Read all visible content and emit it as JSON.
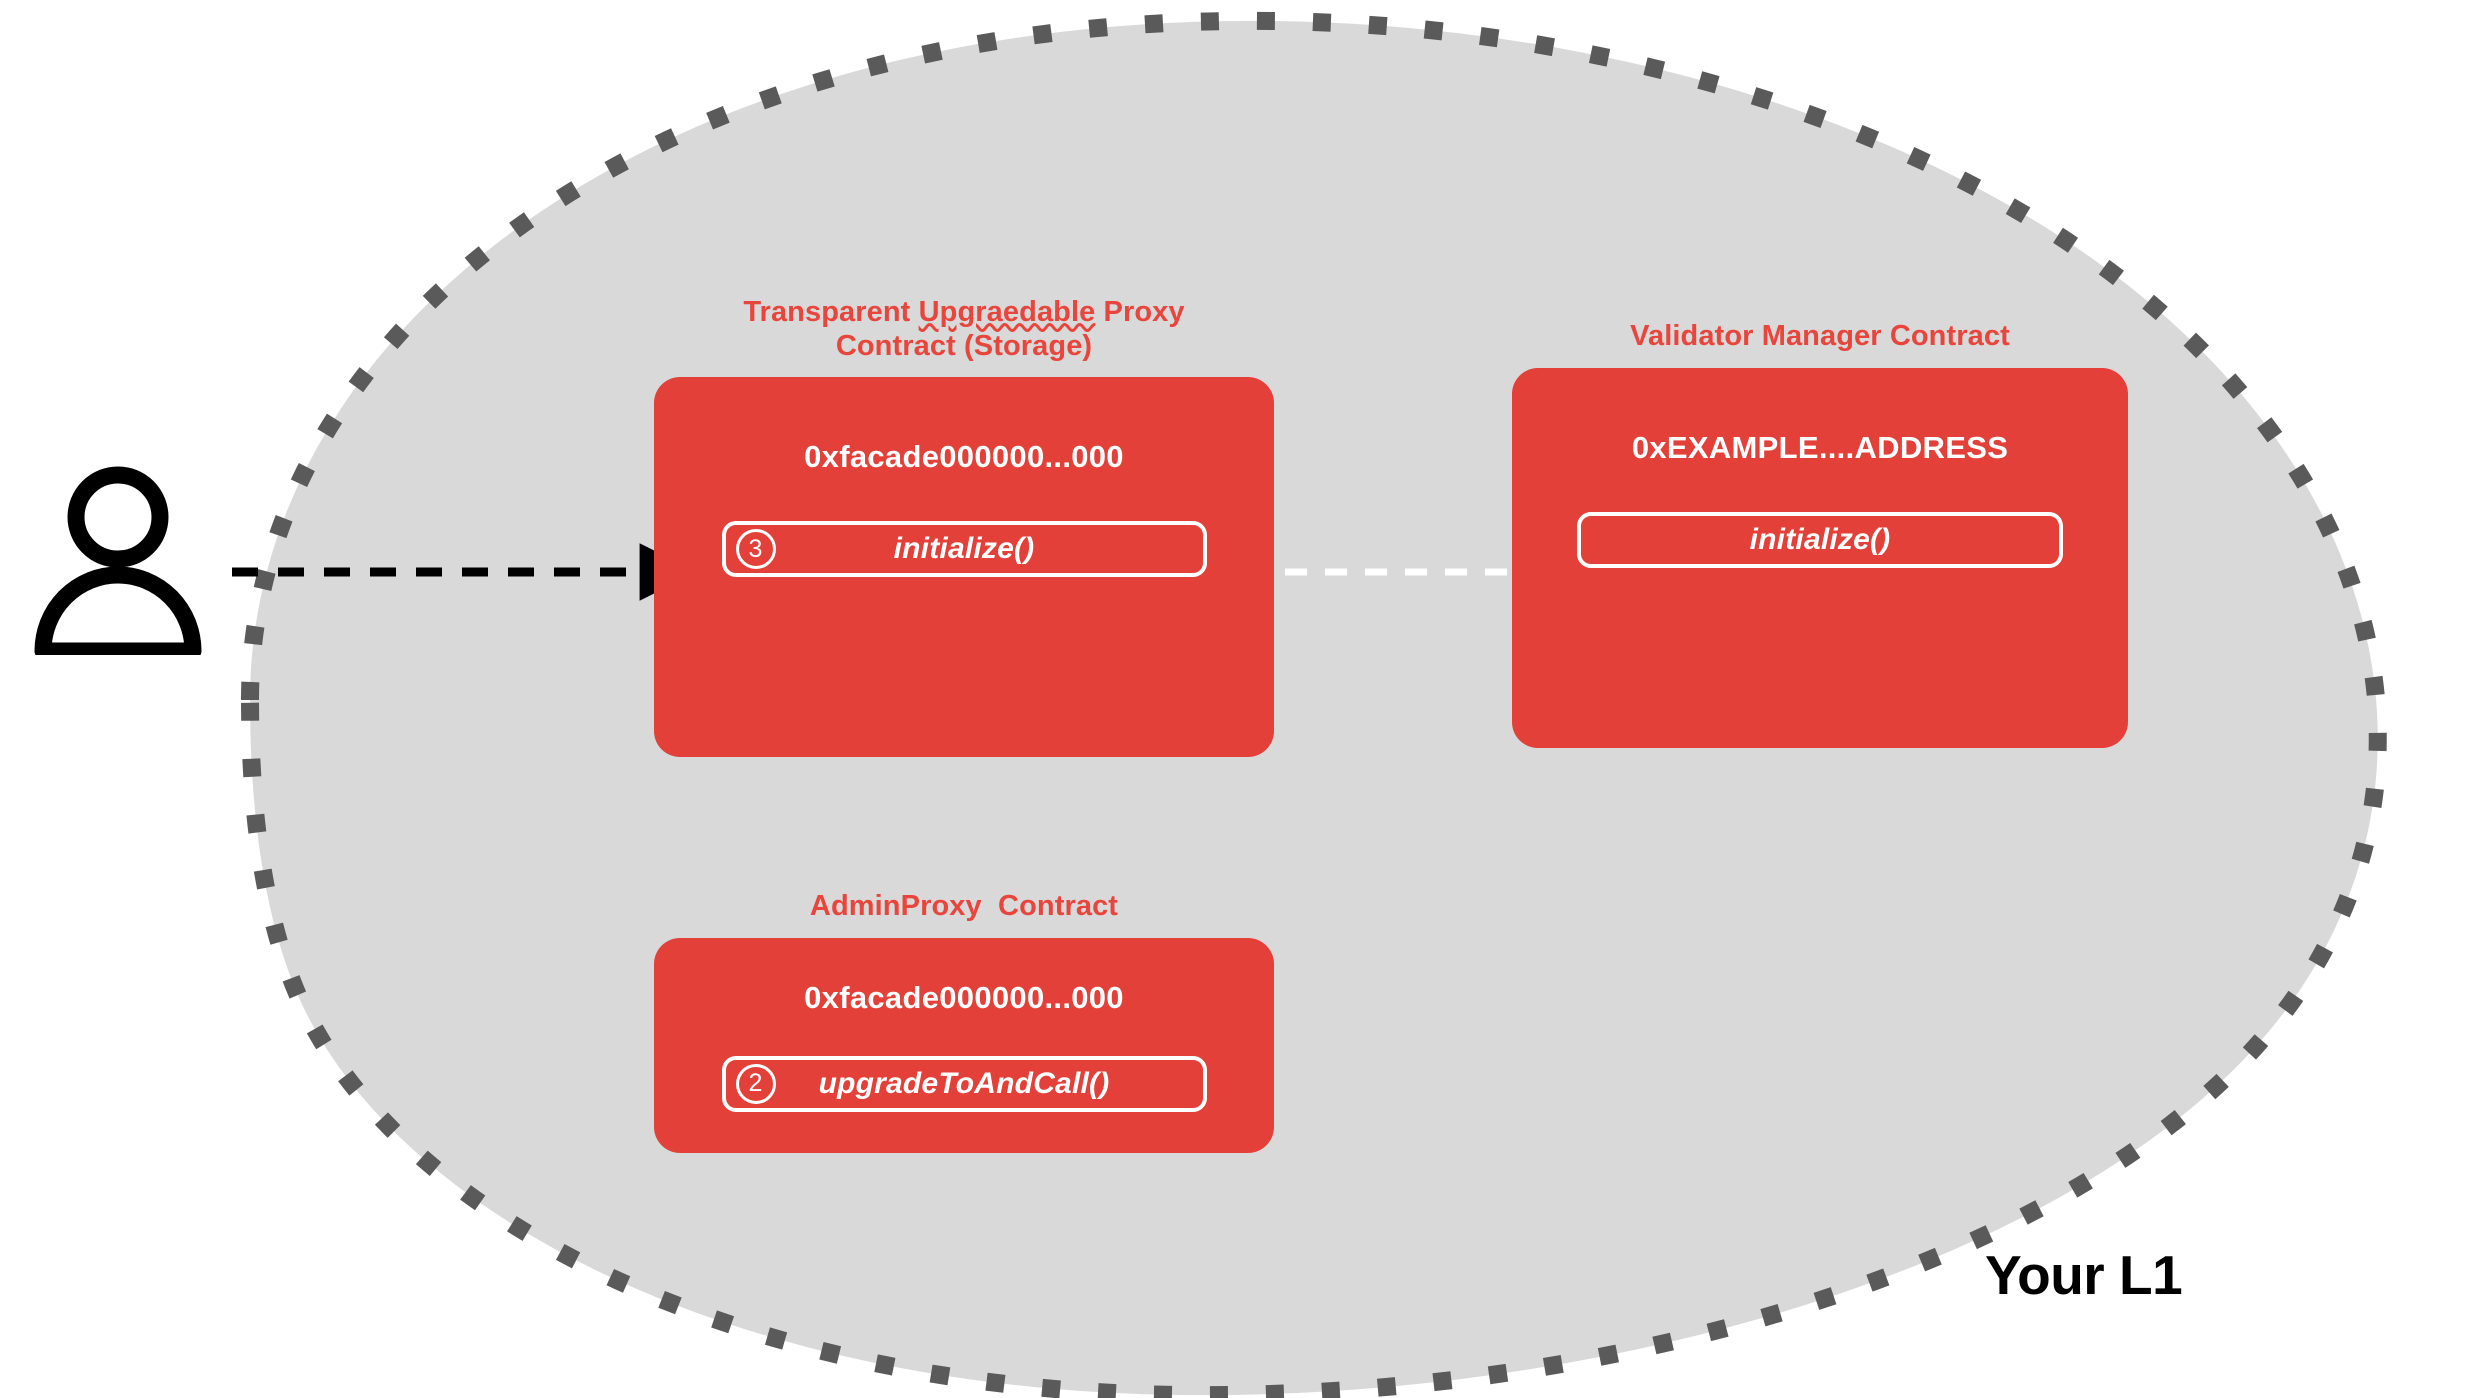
{
  "diagram": {
    "environment_label": "Your L1",
    "actor": {
      "icon": "user-icon"
    },
    "boundary": {
      "fill_color": "#D9D9D9",
      "border_color": "#5A5A5A",
      "border_style": "dashed"
    },
    "accent_color": "#E8453C",
    "box_color": "#E24039",
    "contracts": [
      {
        "id": "transparent-upgradeable-proxy",
        "title_line1_prefix": "Transparent ",
        "title_misspelled_word": "Upgraedable",
        "title_line1_suffix": " Proxy",
        "title_line2": "Contract (Storage)",
        "address": "0xfacade000000...000",
        "functions": [
          {
            "step": "3",
            "name": "initialize()"
          }
        ]
      },
      {
        "id": "validator-manager",
        "title": "Validator Manager Contract",
        "address": "0xEXAMPLE....ADDRESS",
        "functions": [
          {
            "step": "",
            "name": "initialize()"
          }
        ]
      },
      {
        "id": "admin-proxy",
        "title": "AdminProxy  Contract",
        "address": "0xfacade000000...000",
        "functions": [
          {
            "step": "2",
            "name": "upgradeToAndCall()"
          }
        ]
      }
    ],
    "connections": [
      {
        "id": "user-to-proxy",
        "from": "user",
        "to": "transparent-upgradeable-proxy",
        "style": "dashed",
        "color": "#000000"
      },
      {
        "id": "proxy-to-validator-manager",
        "from": "transparent-upgradeable-proxy",
        "to": "validator-manager",
        "style": "dashed",
        "color": "#FFFFFF"
      }
    ]
  }
}
